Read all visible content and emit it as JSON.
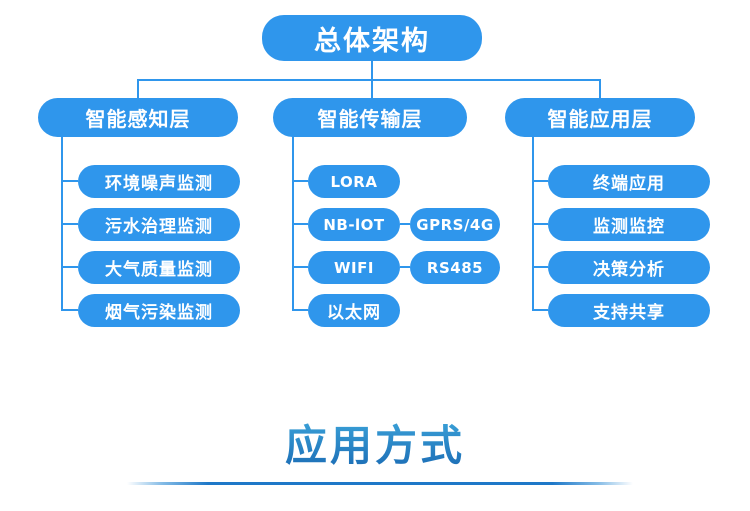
{
  "root": {
    "label": "总体架构"
  },
  "columns": [
    {
      "header": "智能感知层",
      "items": [
        "环境噪声监测",
        "污水治理监测",
        "大气质量监测",
        "烟气污染监测"
      ]
    },
    {
      "header": "智能传输层",
      "items": [
        "LORA",
        "NB-lOT",
        "WIFI",
        "以太网"
      ],
      "side_items": [
        "GPRS/4G",
        "RS485"
      ]
    },
    {
      "header": "智能应用层",
      "items": [
        "终端应用",
        "监测监控",
        "决策分析",
        "支持共享"
      ]
    }
  ],
  "section": {
    "title": "应用方式"
  },
  "colors": {
    "node_blue": "#2f96ec",
    "connector_blue": "#2f96ec",
    "title_gradient_top": "#3fa9dd",
    "title_gradient_bottom": "#1b6cb5",
    "underline_blue": "#1e78c8",
    "background": "#ffffff"
  }
}
